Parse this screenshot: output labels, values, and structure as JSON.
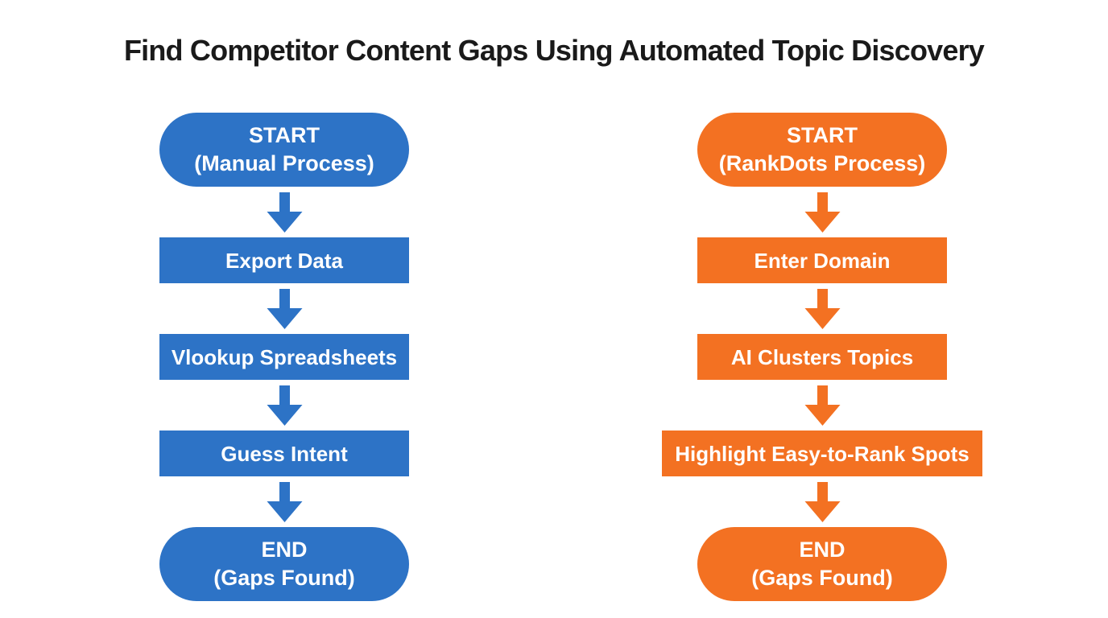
{
  "title": "Find Competitor Content Gaps Using Automated Topic Discovery",
  "colors": {
    "manual": "#2d73c6",
    "rankdots": "#f37122",
    "node-text": "#ffffff",
    "title-text": "#1a1a1a",
    "canvas-bg": "#ffffff"
  },
  "flows": [
    {
      "name": "Manual Process",
      "nodes": [
        {
          "type": "terminator",
          "line1": "START",
          "line2": "(Manual Process)"
        },
        {
          "type": "process",
          "line1": "Export Data"
        },
        {
          "type": "process",
          "line1": "Vlookup Spreadsheets"
        },
        {
          "type": "process",
          "line1": "Guess Intent"
        },
        {
          "type": "terminator",
          "line1": "END",
          "line2": "(Gaps Found)"
        }
      ]
    },
    {
      "name": "RankDots Process",
      "nodes": [
        {
          "type": "terminator",
          "line1": "START",
          "line2": "(RankDots Process)"
        },
        {
          "type": "process",
          "line1": "Enter Domain"
        },
        {
          "type": "process",
          "line1": "AI Clusters Topics"
        },
        {
          "type": "process",
          "line1": "Highlight Easy-to-Rank Spots"
        },
        {
          "type": "terminator",
          "line1": "END",
          "line2": "(Gaps Found)"
        }
      ]
    }
  ]
}
